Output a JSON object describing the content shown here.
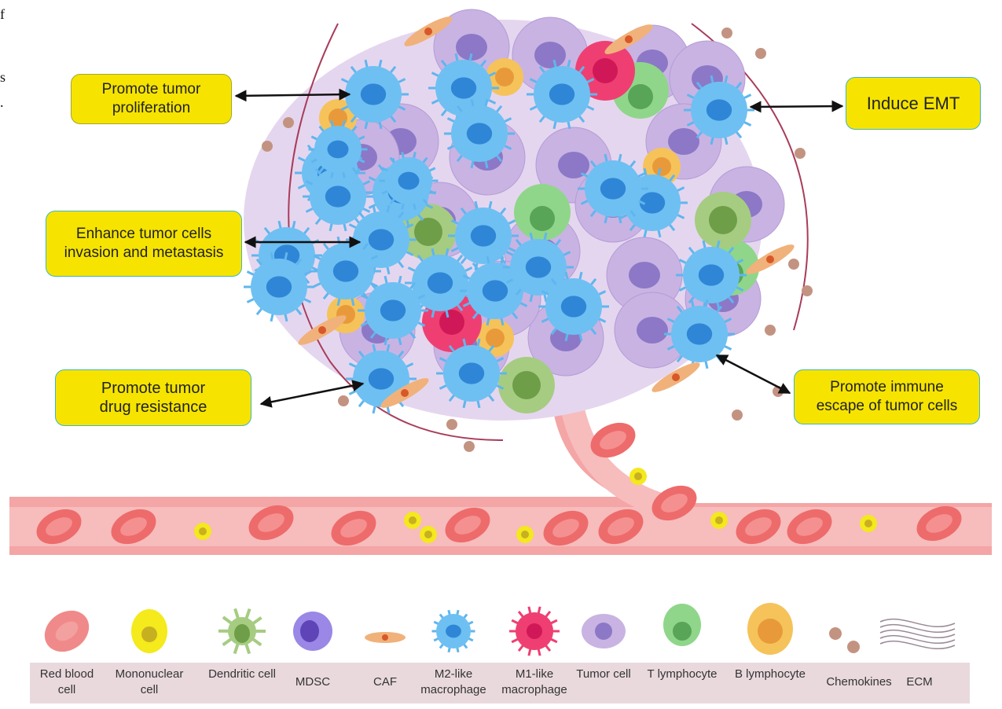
{
  "edge_text": [
    "f",
    "s",
    "."
  ],
  "effects": {
    "proliferation": "Promote tumor proliferation",
    "invasion": "Enhance tumor cells invasion and metastasis",
    "drug_resistance": "Promote tumor drug resistance",
    "emt": "Induce EMT",
    "immune_escape": "Promote immune escape of tumor cells"
  },
  "legend": [
    {
      "label": "Red blood cell",
      "icon": "red-blood-cell"
    },
    {
      "label": "Mononuclear cell",
      "icon": "mononuclear-cell"
    },
    {
      "label": "Dendritic cell",
      "icon": "dendritic-cell"
    },
    {
      "label": "MDSC",
      "icon": "mdsc"
    },
    {
      "label": "CAF",
      "icon": "caf"
    },
    {
      "label": "M2-like macrophage",
      "icon": "m2-macrophage"
    },
    {
      "label": "M1-like macrophage",
      "icon": "m1-macrophage"
    },
    {
      "label": "Tumor cell",
      "icon": "tumor-cell"
    },
    {
      "label": "T lymphocyte",
      "icon": "t-lymphocyte"
    },
    {
      "label": "B lymphocyte",
      "icon": "b-lymphocyte"
    },
    {
      "label": "Chemokines",
      "icon": "chemokines"
    },
    {
      "label": "ECM",
      "icon": "ecm"
    }
  ],
  "colors": {
    "box_fill": "#f6e400",
    "box_border": "#3fb6c4",
    "vessel": "#f29a9a",
    "m2": "#5fb6ee",
    "tumor": "#c9b3e3"
  }
}
